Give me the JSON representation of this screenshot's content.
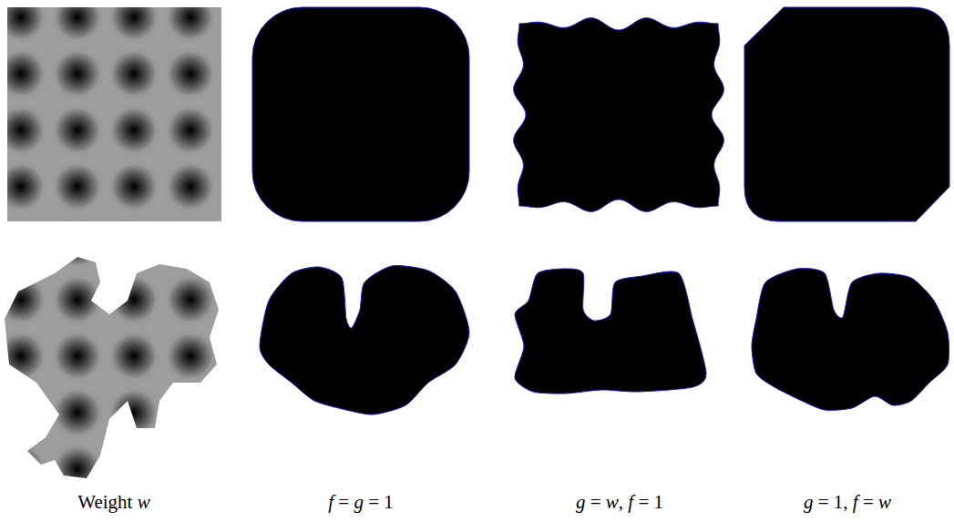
{
  "diagram": {
    "labels": [
      "Weight w",
      "f = g = 1",
      "g = w, f = 1",
      "g = 1, f = w"
    ]
  }
}
